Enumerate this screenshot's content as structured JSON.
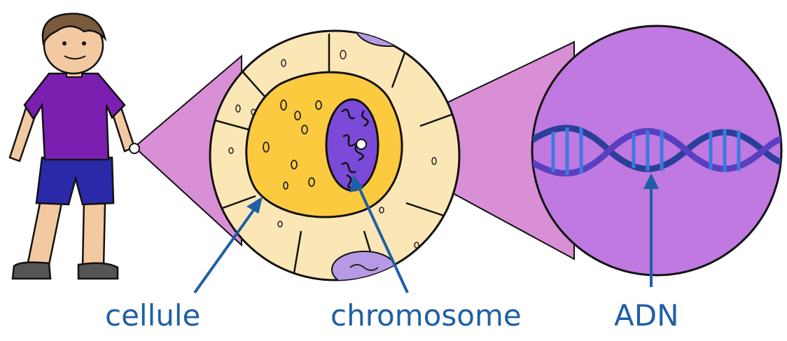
{
  "labels": {
    "cell": "cellule",
    "chromosome": "chromosome",
    "dna": "ADN"
  },
  "colors": {
    "label_text": "#1f5fa6",
    "arrow": "#1f5fa6",
    "zoom_cone": "#d98fd6",
    "skin": "#f2c9a0",
    "shirt": "#7a1fb0",
    "shorts": "#2a2aa8",
    "hair": "#7a5a3c",
    "cell_outer": "#fbe6b6",
    "nucleus": "#fcca3f",
    "chromosome_body": "#7b4ad8",
    "dna_circle": "#c079e0",
    "dna_helix": "#3b5fc8"
  },
  "icons": [
    "person-figure",
    "cell-circle",
    "nucleus",
    "chromosome",
    "dna-circle",
    "dna-helix"
  ]
}
